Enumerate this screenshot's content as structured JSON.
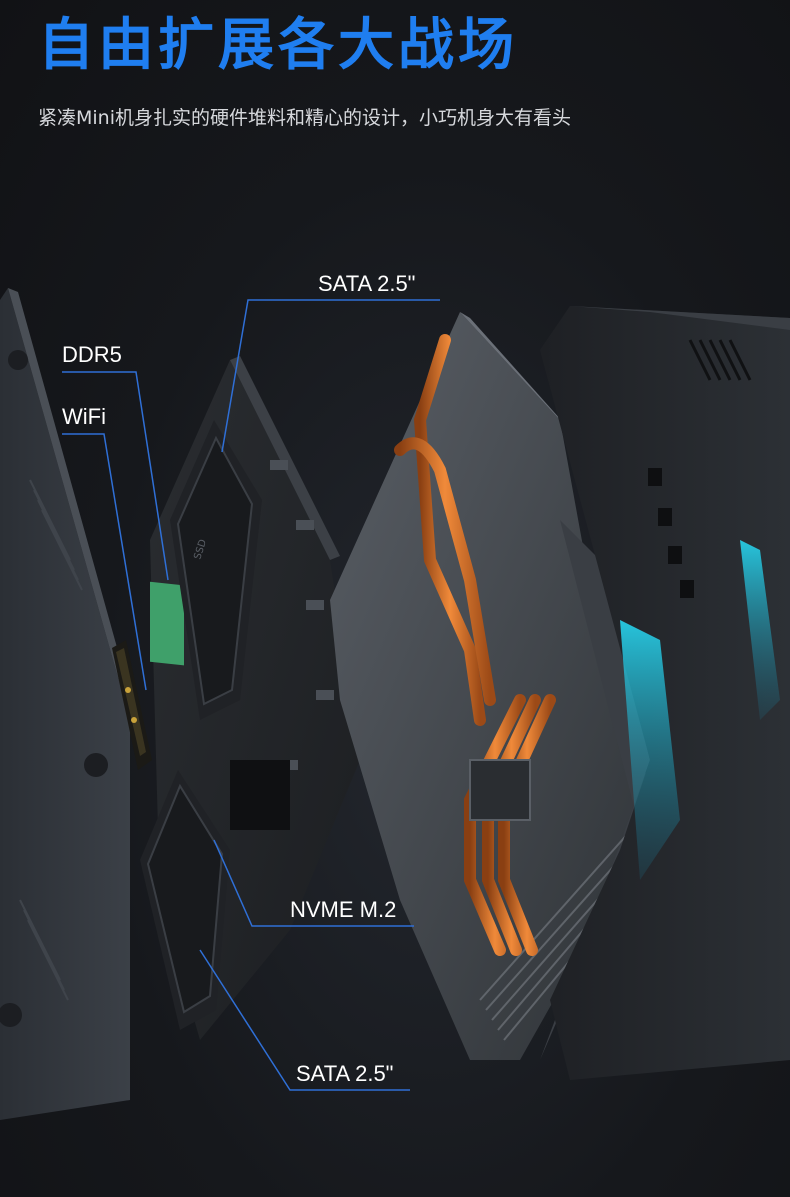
{
  "header": {
    "title": "自由扩展各大战场",
    "subtitle": "紧凑Mini机身扎实的硬件堆料和精心的设计，小巧机身大有看头"
  },
  "callouts": {
    "sata_top": "SATA 2.5\"",
    "ddr5": "DDR5",
    "wifi": "WiFi",
    "nvme": "NVME M.2",
    "sata_bottom": "SATA 2.5\""
  },
  "colors": {
    "title_blue": "#1f7ef0",
    "leader_line": "#2f6fd6",
    "copper": "#d9772a",
    "cyan_glow": "#27d6f0"
  }
}
